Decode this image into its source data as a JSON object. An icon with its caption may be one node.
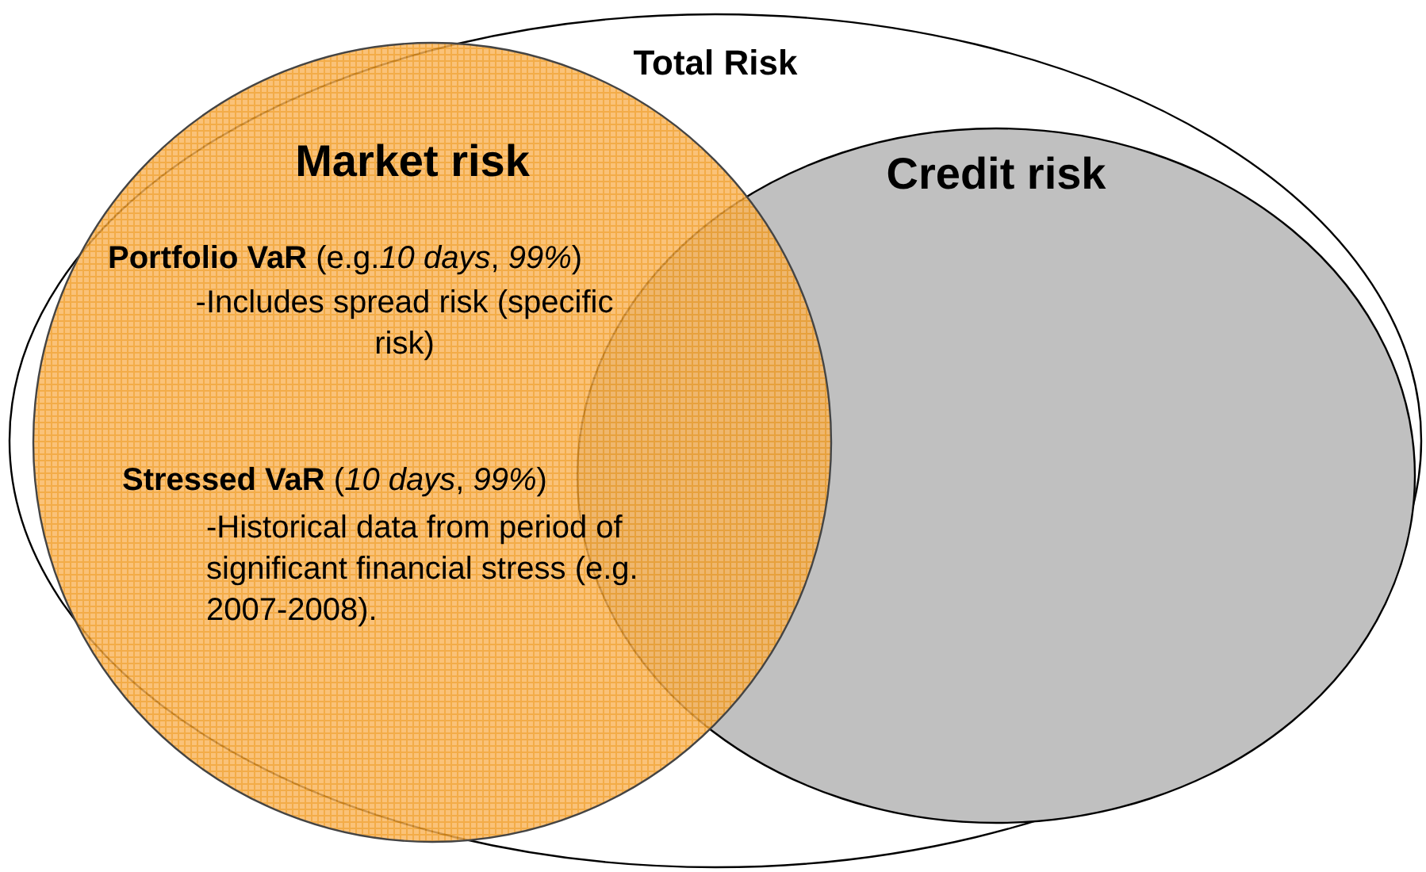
{
  "diagram": {
    "nodes": [
      {
        "text": [
          "Total Risk"
        ]
      },
      {
        "text": [
          "Market risk",
          "**Portfolio VaR** (e.g.*10 days*, *99%*)",
          "-Includes spread risk (specific risk)",
          "**Stressed VaR** (*10 days*, *99%*)",
          "-Historical data from period of significant financial stress (e.g. 2007-2008)."
        ],
        "in": 0
      },
      {
        "text": [
          "Credit risk"
        ],
        "in": 0
      }
    ]
  }
}
